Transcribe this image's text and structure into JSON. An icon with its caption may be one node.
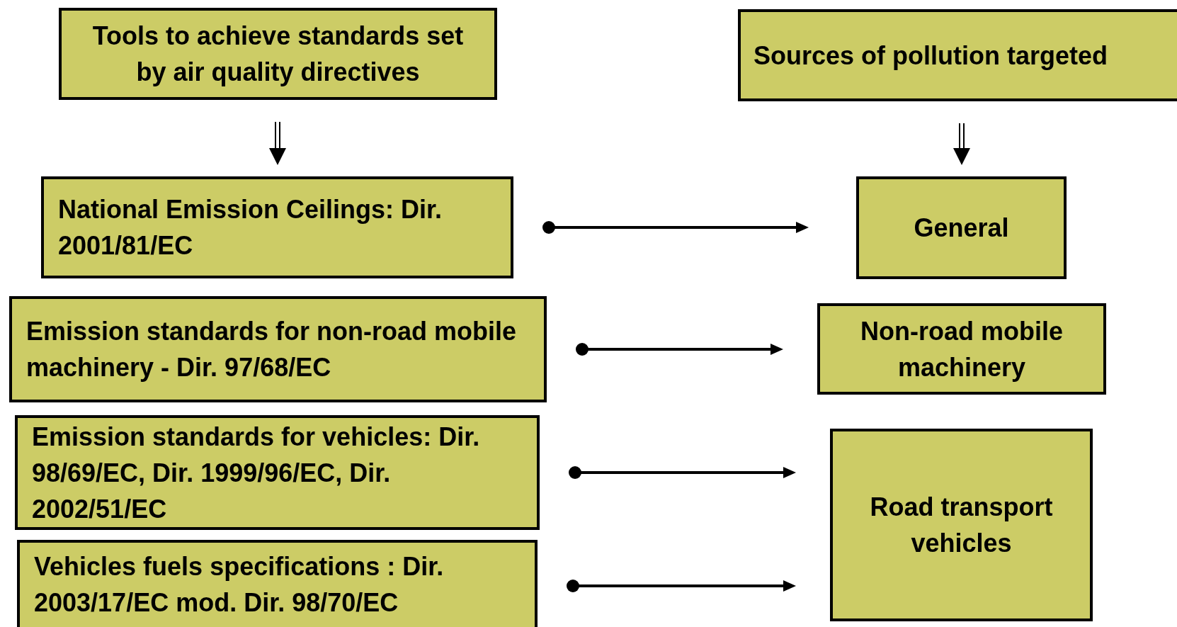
{
  "diagram": {
    "nodes": [
      {
        "text": [
          "Tools to achieve standards set by air quality directives"
        ]
      },
      {
        "text": [
          "Sources of pollution targeted"
        ]
      },
      {
        "text": [
          "National Emission Ceilings: Dir. 2001/81/EC"
        ]
      },
      {
        "text": [
          "Emission standards for non-road mobile machinery - Dir. 97/68/EC"
        ]
      },
      {
        "text": [
          "Emission standards for vehicles: Dir. 98/69/EC, Dir. 1999/96/EC, Dir. 2002/51/EC"
        ]
      },
      {
        "text": [
          "Vehicles fuels specifications : Dir. 2003/17/EC mod. Dir. 98/70/EC"
        ]
      },
      {
        "text": [
          "General"
        ]
      },
      {
        "text": [
          "Non-road mobile machinery"
        ]
      },
      {
        "text": [
          "Road transport vehicles"
        ]
      }
    ],
    "edges": [
      {
        "from": 0,
        "to": 2,
        "arrow": "to"
      },
      {
        "from": 1,
        "to": 6,
        "arrow": "to"
      },
      {
        "from": 2,
        "to": 6,
        "arrow": "to"
      },
      {
        "from": 3,
        "to": 7,
        "arrow": "to"
      },
      {
        "from": 4,
        "to": 8,
        "arrow": "to"
      },
      {
        "from": 5,
        "to": 8,
        "arrow": "to"
      }
    ]
  }
}
